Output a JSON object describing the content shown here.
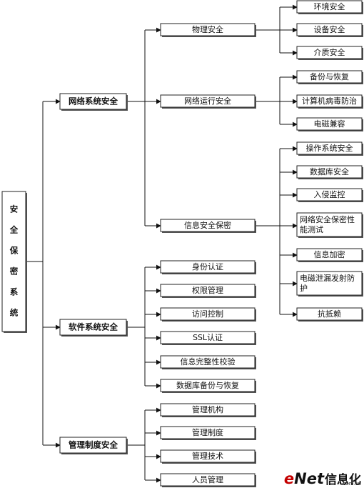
{
  "root": {
    "label_chars": [
      "安",
      "全",
      "保",
      "密",
      "系",
      "统"
    ]
  },
  "branches": [
    {
      "label": "网络系统安全",
      "children": [
        {
          "label": "物理安全",
          "leaves": [
            "环境安全",
            "设备安全",
            "介质安全"
          ]
        },
        {
          "label": "网络运行安全",
          "leaves": [
            "备份与恢复",
            "计算机病毒防治",
            "电磁兼容"
          ]
        },
        {
          "label": "信息安全保密",
          "leaves": [
            "操作系统安全",
            "数据库安全",
            "入侵监控",
            "网络安全保密性能测试",
            "信息加密",
            "电磁泄漏发射防护",
            "抗抵赖"
          ]
        }
      ]
    },
    {
      "label": "软件系统安全",
      "children": [
        {
          "label": "身份认证"
        },
        {
          "label": "权限管理"
        },
        {
          "label": "访问控制"
        },
        {
          "label": "SSL认证"
        },
        {
          "label": "信息完整性校验"
        },
        {
          "label": "数据库备份与恢复"
        }
      ]
    },
    {
      "label": "管理制度安全",
      "children": [
        {
          "label": "管理机构"
        },
        {
          "label": "管理制度"
        },
        {
          "label": "管理技术"
        },
        {
          "label": "人员管理"
        }
      ]
    }
  ],
  "watermark": {
    "brand_e": "e",
    "brand_net": "Net",
    "brand_cn": "信息化",
    "sub": "com.cn"
  }
}
